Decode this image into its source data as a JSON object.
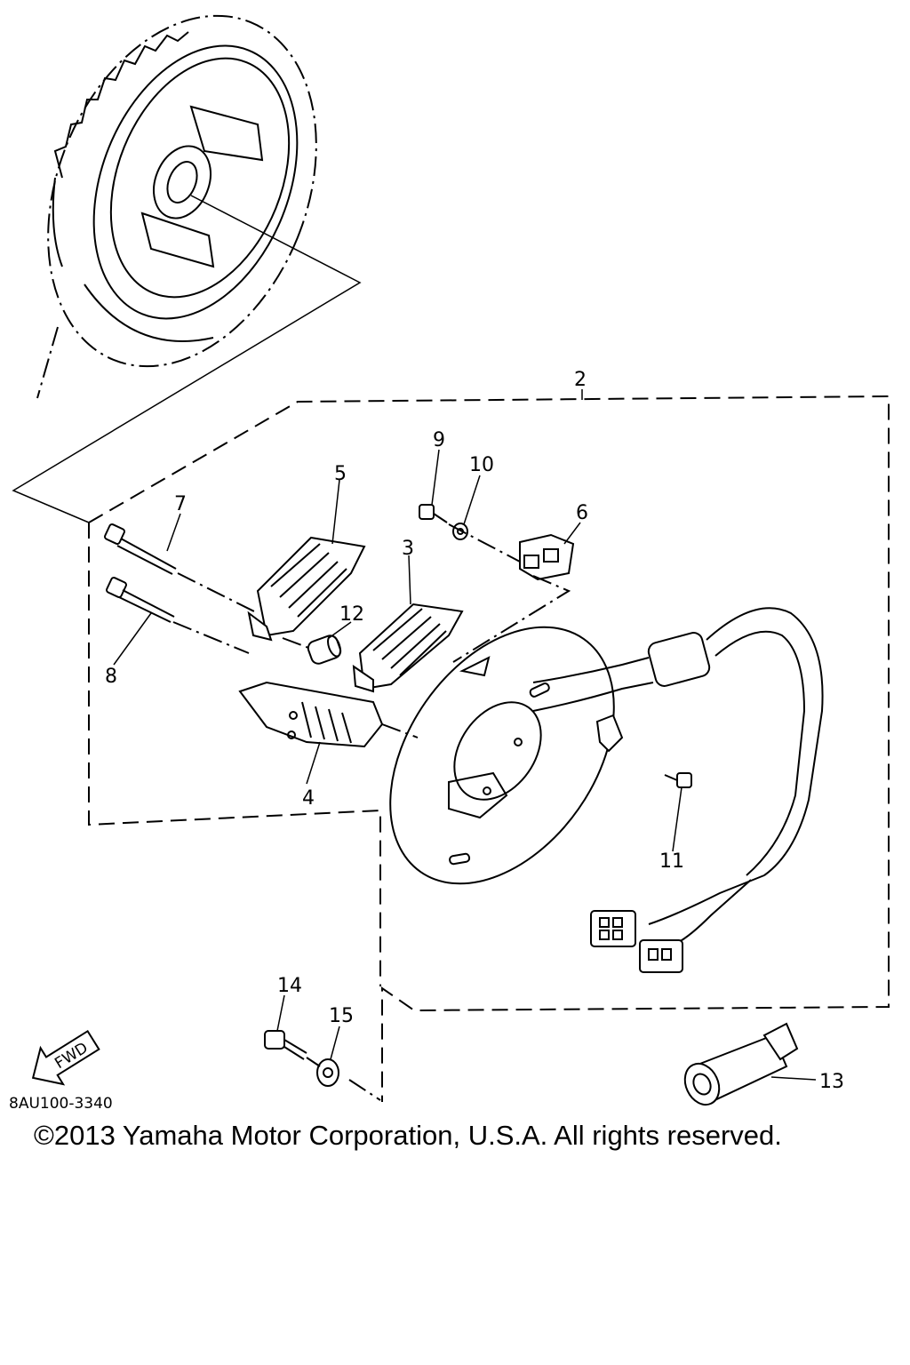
{
  "callouts": {
    "c2": "2",
    "c3": "3",
    "c4": "4",
    "c5": "5",
    "c6": "6",
    "c7": "7",
    "c8": "8",
    "c9": "9",
    "c10": "10",
    "c11": "11",
    "c12": "12",
    "c13": "13",
    "c14": "14",
    "c15": "15"
  },
  "fwd_label": "FWD",
  "diagram_code": "8AU100-3340",
  "copyright": "©2013 Yamaha Motor Corporation, U.S.A. All rights reserved."
}
